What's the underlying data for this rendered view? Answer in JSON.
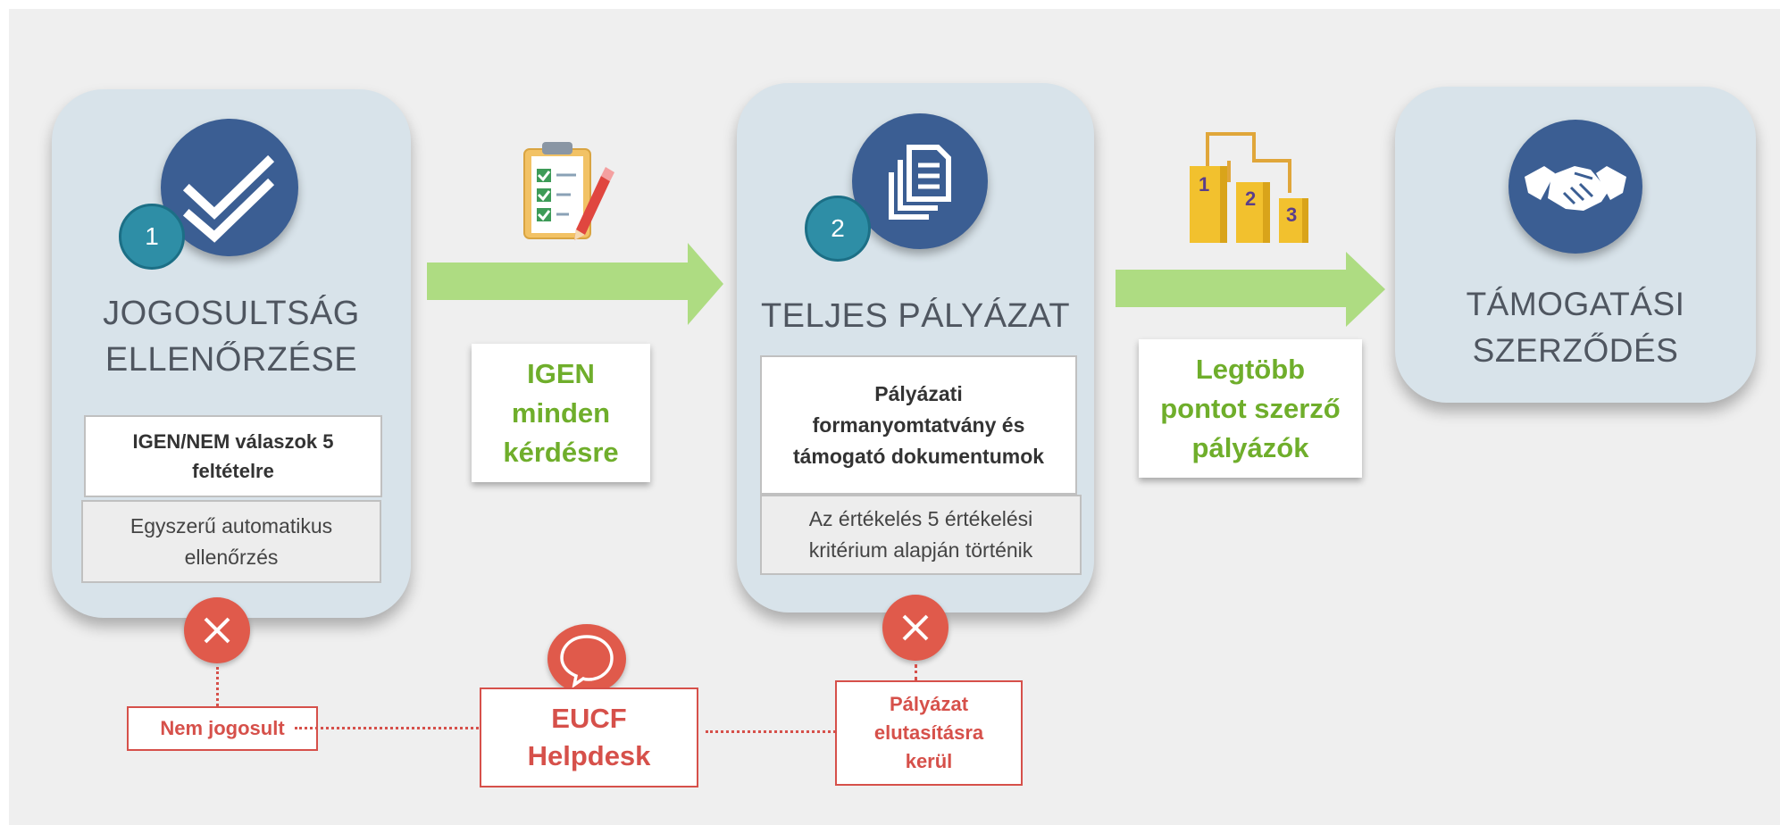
{
  "steps": [
    {
      "number": "1",
      "title_line1": "JOGOSULTSÁG",
      "title_line2": "ELLENŐRZÉSE",
      "box_bold": "IGEN/NEM válaszok 5 feltételre",
      "box_note": "Egyszerű automatikus ellenőrzés"
    },
    {
      "number": "2",
      "title": "TELJES PÁLYÁZAT",
      "box_bold": "Pályázati formanyomtatvány és támogató dokumentumok",
      "box_note": "Az értékelés 5 értékelési kritérium alapján történik"
    },
    {
      "title_line1": "TÁMOGATÁSI",
      "title_line2": "SZERZŐDÉS"
    }
  ],
  "transitions": [
    {
      "label": "IGEN minden kérdésre"
    },
    {
      "label": "Legtöbb pontot szerző pályázók"
    }
  ],
  "podium": {
    "first": "1",
    "second": "2",
    "third": "3"
  },
  "outcomes": {
    "not_eligible": "Nem jogosult",
    "helpdesk": "EUCF Helpdesk",
    "rejected": "Pályázat elutasításra kerül"
  },
  "colors": {
    "card": "#d8e3ea",
    "icon_circle": "#3b5e93",
    "badge": "#2e8ea6",
    "arrow": "#aedc82",
    "positive_text": "#6fae2b",
    "negative": "#d6504a"
  }
}
